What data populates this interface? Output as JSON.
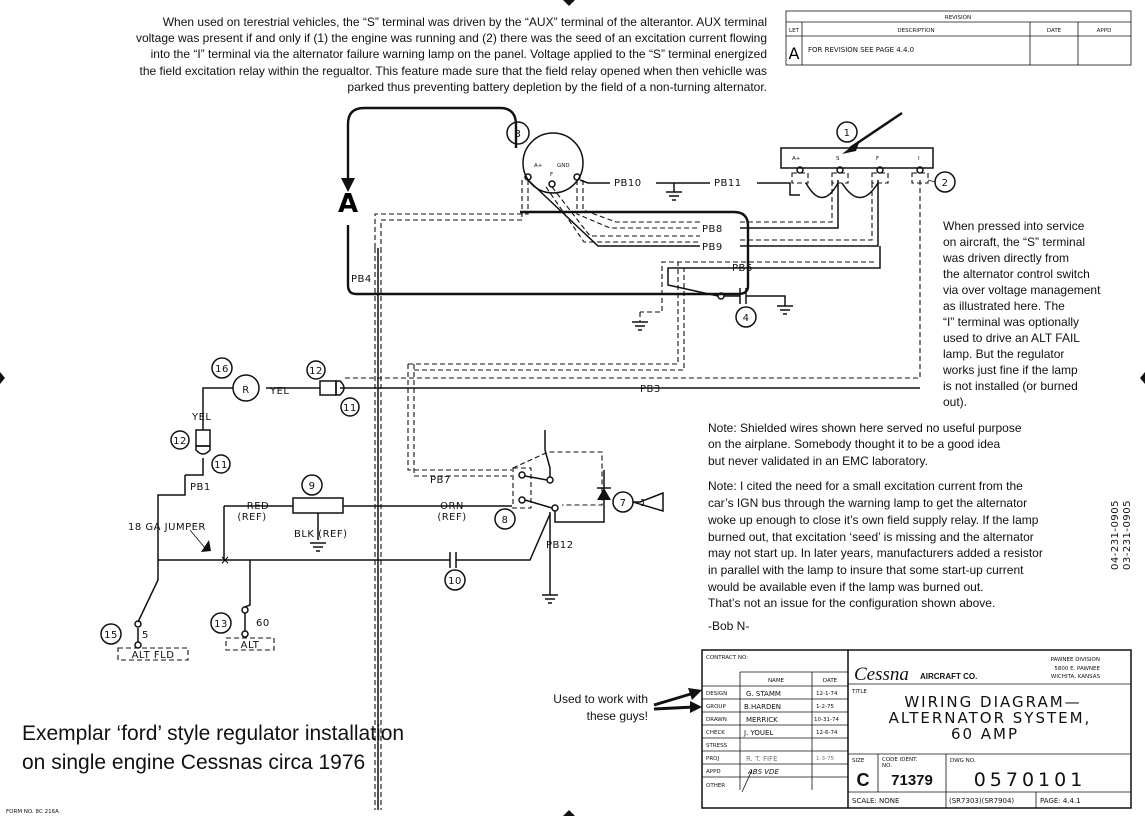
{
  "notes": {
    "top": [
      "When used on terestrial vehicles, the “S” terminal was driven by the “AUX” terminal of the alterantor. AUX terminal",
      "voltage was present if and only if (1) the engine was running and (2) there was the seed of an excitation  current flowing",
      "into the “I” terminal via the alternator failure warning lamp on the panel. Voltage applied to the “S” terminal energized",
      "the field excitation relay within the regualtor. This feature made sure that the field relay opened when then vehiclle was",
      "parked thus preventing battery depletion by the field of a non-turning alternator."
    ],
    "right": [
      "When pressed into service",
      "on aircraft, the “S” terminal",
      "was driven directly from",
      "the alternator control switch",
      "via over voltage management",
      "as illustrated here. The",
      "“I” terminal was optionally",
      "used to drive an ALT FAIL",
      "lamp. But the regulator",
      "works just fine if the lamp",
      "is not installed (or burned",
      "out)."
    ],
    "shielded": [
      "Note: Shielded wires shown here served no useful purpose",
      "on the airplane. Somebody thought it to be a good idea",
      "but never validated in an EMC laboratory."
    ],
    "excitation": [
      "Note: I cited the need for a small excitation current from the",
      "car’s IGN bus through the warning lamp to get the alternator",
      "woke up enough to close it’s own field supply relay. If the lamp",
      "burned out, that excitation ‘seed’ is missing and the alternator",
      "may not start up. In later years, manufacturers added a resistor",
      "in parallel with the lamp to insure that some start-up current",
      "would be available even if the lamp was burned out.",
      "That’s not an issue for the configuration shown above."
    ],
    "signature": "-Bob N-",
    "used_to_work": [
      "Used to work with",
      "these guys!"
    ],
    "exemplar": [
      "Exemplar ‘ford’ style regulator installation",
      "on single engine Cessnas circa 1976"
    ]
  },
  "revision": {
    "header": "REVISION",
    "columns": [
      "LET",
      "DESCRIPTION",
      "DATE",
      "APPD"
    ],
    "row": {
      "let": "A",
      "description": "FOR REVISION  SEE  PAGE  4.4.0",
      "date": "",
      "appd": ""
    }
  },
  "diagram": {
    "callouts": [
      "1",
      "2",
      "3",
      "4",
      "7",
      "8",
      "9",
      "10",
      "11",
      "11",
      "12",
      "12",
      "13",
      "15",
      "16"
    ],
    "regulator_terminals": [
      "A+",
      "S",
      "F",
      "I"
    ],
    "alternator_terminals": {
      "a_plus": "A+",
      "gnd": "GND",
      "f": "F"
    },
    "wires": [
      "PB10",
      "PB11",
      "PB8",
      "PB9",
      "PB6",
      "PB4",
      "PB3",
      "PB1",
      "PB7",
      "PB12"
    ],
    "labels": {
      "lamp": "R",
      "yel1": "YEL",
      "yel2": "YEL",
      "red_ref": [
        "RED",
        "(REF)"
      ],
      "orn_ref": [
        "ORN",
        "(REF)"
      ],
      "blk_ref": "BLK (REF)",
      "jumper": "18 GA JUMPER",
      "alt_fld": "ALT FLD",
      "alt": "ALT",
      "sw_s": "5",
      "sw_60": "60",
      "arrow_a": "A",
      "side_stamp": [
        "04-231-0905",
        "03-231-0905"
      ],
      "form_no": "FORM NO. 8C 216A"
    }
  },
  "title_block": {
    "contract_no": "CONTRACT NO:",
    "col_name": "NAME",
    "col_date": "DATE",
    "rows": [
      {
        "role": "DESIGN",
        "name": "G. STAMM",
        "date": "12-1-74"
      },
      {
        "role": "GROUP",
        "name": "B.HARDEN",
        "date": "1-2-75"
      },
      {
        "role": "DRAWN",
        "name": "MERRICK",
        "date": "10-31-74"
      },
      {
        "role": "CHECK",
        "name": "J. YOUEL",
        "date": "12-6-74"
      },
      {
        "role": "STRESS",
        "name": "",
        "date": ""
      },
      {
        "role": "PROJ",
        "name": "R. T. FIFE",
        "date": "1-3-75"
      },
      {
        "role": "APPD",
        "name": "ABS VDE",
        "date": ""
      },
      {
        "role": "OTHER",
        "name": "",
        "date": ""
      }
    ],
    "company": "Cessna",
    "company_suffix": "AIRCRAFT CO.",
    "division": [
      "PAWNEE DIVISION",
      "5800 E. PAWNEE",
      "WICHITA, KANSAS"
    ],
    "title_label": "TITLE",
    "title": [
      "WIRING  DIAGRAM—",
      "ALTERNATOR SYSTEM,",
      "60  AMP"
    ],
    "size_label": "SIZE",
    "size": "C",
    "code_label": [
      "CODE IDENT.",
      "NO."
    ],
    "code": "71379",
    "dwg_label": "DWG NO.",
    "dwg": "0570101",
    "scale": "SCALE: NONE",
    "models": "(SR7303)(SR7904)",
    "page": "PAGE: 4.4.1"
  }
}
